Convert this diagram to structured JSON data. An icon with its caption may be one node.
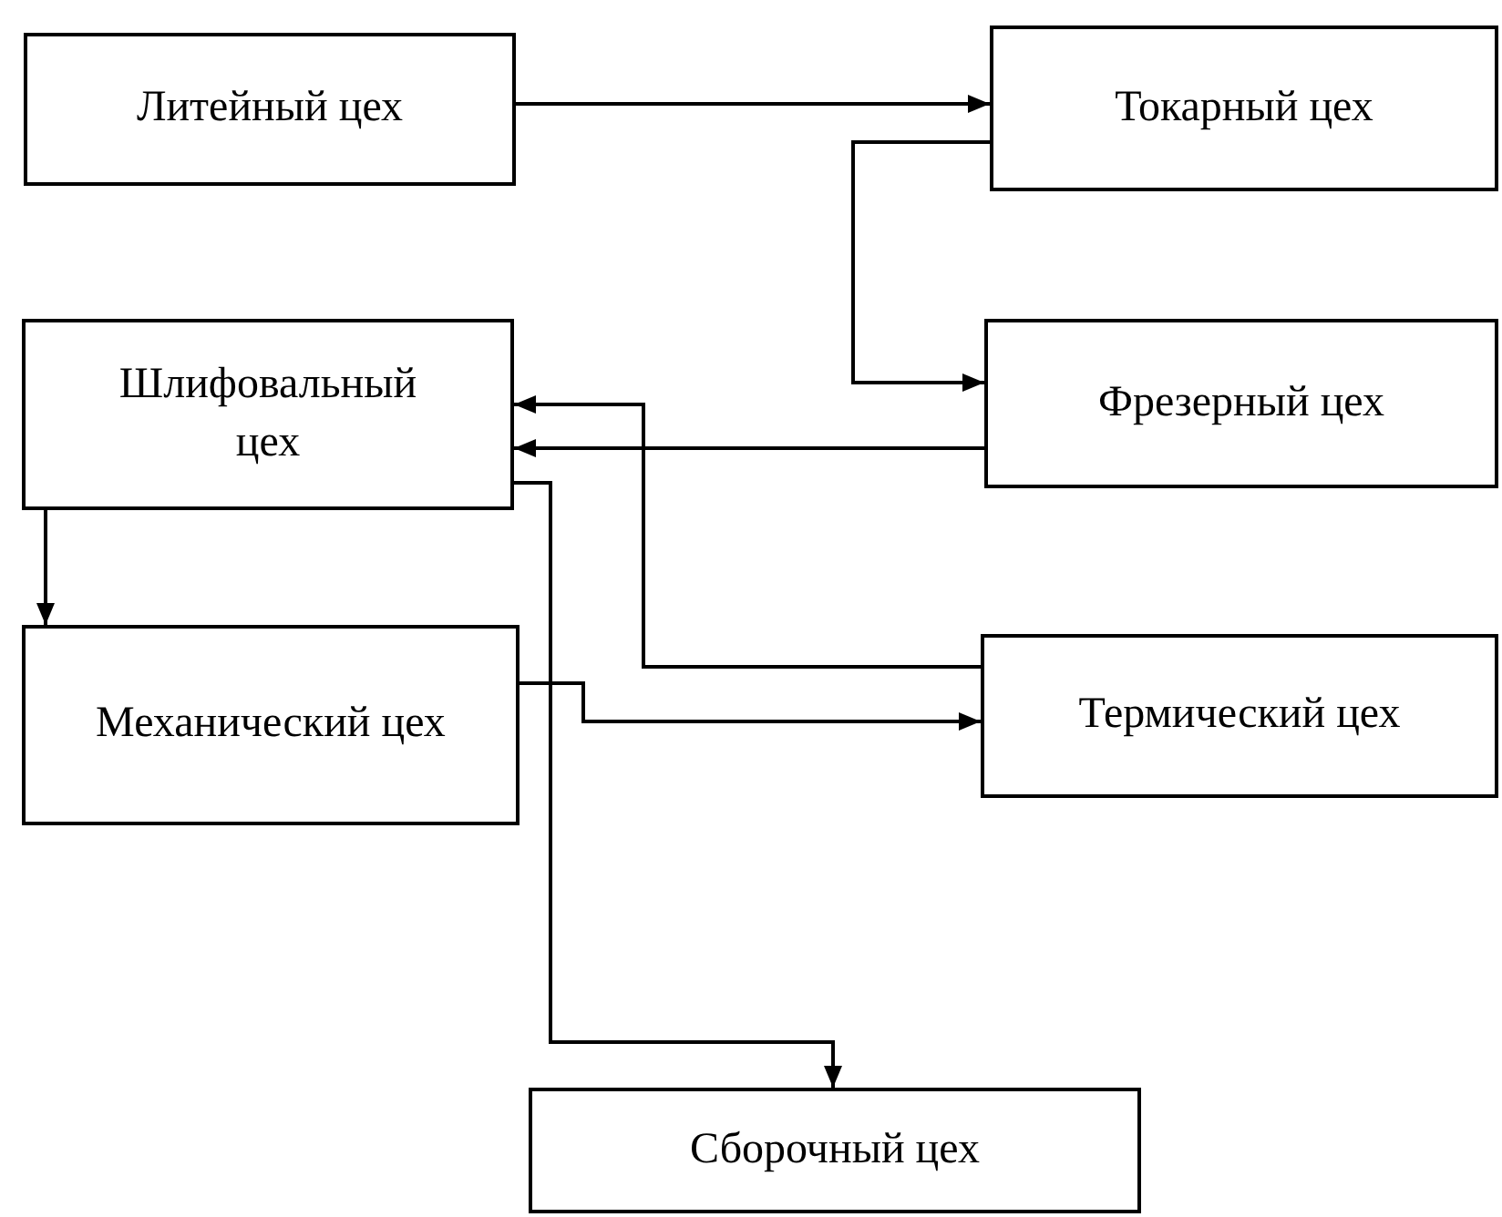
{
  "diagram": {
    "nodes": [
      {
        "text": [
          "Литейный цех"
        ]
      },
      {
        "text": [
          "Токарный цех"
        ]
      },
      {
        "text": [
          "Шлифовальный цех"
        ]
      },
      {
        "text": [
          "Фрезерный цех"
        ]
      },
      {
        "text": [
          "Механический цех"
        ]
      },
      {
        "text": [
          "Термический цех"
        ]
      },
      {
        "text": [
          "Сборочный цех"
        ]
      }
    ],
    "edges": [
      {
        "from": 0,
        "to": 1,
        "arrow": "to"
      },
      {
        "from": 1,
        "to": 3,
        "arrow": "to"
      },
      {
        "from": 3,
        "to": 2,
        "arrow": "to"
      },
      {
        "from": 2,
        "to": 4,
        "arrow": "to"
      },
      {
        "from": 4,
        "to": 5,
        "arrow": "to"
      },
      {
        "from": 5,
        "to": 2,
        "arrow": "to"
      },
      {
        "from": 2,
        "to": 6,
        "arrow": "to"
      }
    ]
  }
}
